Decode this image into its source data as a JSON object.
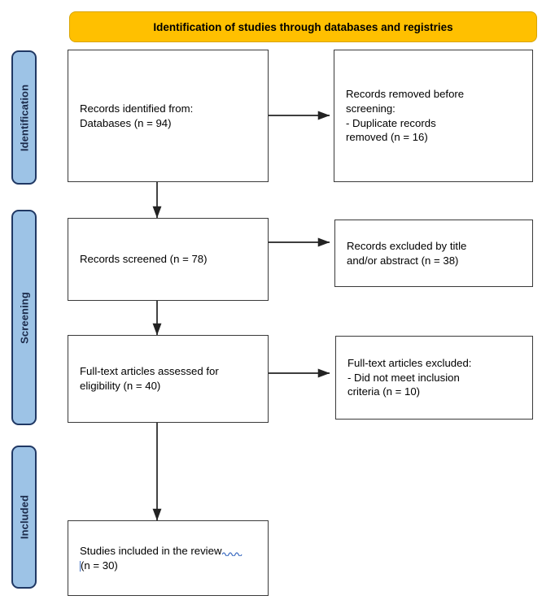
{
  "diagram": {
    "type": "prisma-flow-diagram",
    "banner": {
      "label": "Identification of studies through databases and registries",
      "color": "#ffc000"
    },
    "phases": [
      {
        "id": "identification",
        "label": "Identification",
        "color": "#9dc3e6",
        "border_color": "#203864"
      },
      {
        "id": "screening",
        "label": "Screening",
        "color": "#9dc3e6",
        "border_color": "#203864"
      },
      {
        "id": "included",
        "label": "Included",
        "color": "#9dc3e6",
        "border_color": "#203864"
      }
    ],
    "boxes": {
      "identified": {
        "label": "Records identified from:\nDatabases (n = 94)",
        "n": 94
      },
      "removed": {
        "label": "Records removed before\n   screening:\n- Duplicate records\n  removed (n = 16)",
        "n": 16
      },
      "screened": {
        "label": "Records screened (n = 78)",
        "n": 78
      },
      "excluded_title": {
        "label": "Records excluded by title\nand/or abstract (n = 38)",
        "n": 38
      },
      "fulltext_assessed": {
        "label": "Full-text articles assessed for\neligibility (n = 40)",
        "n": 40
      },
      "fulltext_excluded": {
        "label": "Full-text articles excluded:\n- Did not meet inclusion\ncriteria (n = 10)",
        "n": 10
      },
      "included_studies": {
        "label_before_squiggle": "Studies included in the review",
        "label_after_squiggle": "(n = 30)",
        "n": 30,
        "spellcheck_underline_color": "#4472c4"
      }
    },
    "arrows": [
      {
        "id": "identified-to-removed",
        "direction": "right"
      },
      {
        "id": "identified-to-screened",
        "direction": "down"
      },
      {
        "id": "screened-to-excluded",
        "direction": "right"
      },
      {
        "id": "screened-to-fulltext",
        "direction": "down"
      },
      {
        "id": "fulltext-to-excluded",
        "direction": "right"
      },
      {
        "id": "fulltext-to-included",
        "direction": "down"
      }
    ]
  },
  "chart_data": {
    "type": "diagram",
    "title": "Identification of studies through databases and registries",
    "nodes": [
      {
        "id": "identified",
        "stage": "Identification",
        "text": "Records identified from: Databases",
        "n": 94
      },
      {
        "id": "removed",
        "stage": "Identification",
        "text": "Records removed before screening: Duplicate records removed",
        "n": 16
      },
      {
        "id": "screened",
        "stage": "Screening",
        "text": "Records screened",
        "n": 78
      },
      {
        "id": "excluded_title",
        "stage": "Screening",
        "text": "Records excluded by title and/or abstract",
        "n": 38
      },
      {
        "id": "fulltext_assessed",
        "stage": "Screening",
        "text": "Full-text articles assessed for eligibility",
        "n": 40
      },
      {
        "id": "fulltext_excluded",
        "stage": "Screening",
        "text": "Full-text articles excluded: Did not meet inclusion criteria",
        "n": 10
      },
      {
        "id": "included_studies",
        "stage": "Included",
        "text": "Studies included in the review",
        "n": 30
      }
    ],
    "edges": [
      {
        "from": "identified",
        "to": "removed"
      },
      {
        "from": "identified",
        "to": "screened"
      },
      {
        "from": "screened",
        "to": "excluded_title"
      },
      {
        "from": "screened",
        "to": "fulltext_assessed"
      },
      {
        "from": "fulltext_assessed",
        "to": "fulltext_excluded"
      },
      {
        "from": "fulltext_assessed",
        "to": "included_studies"
      }
    ]
  }
}
